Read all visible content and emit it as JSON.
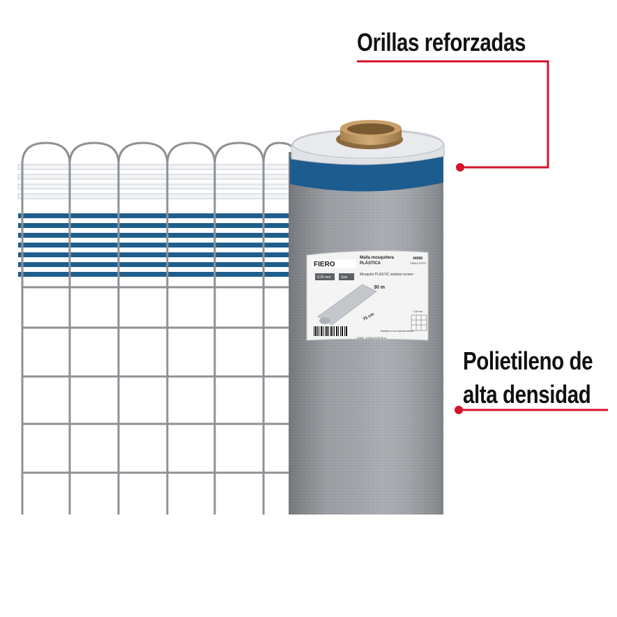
{
  "callouts": {
    "edges": "Orillas reforzadas",
    "material_line1": "Polietileno de",
    "material_line2": "alta densidad"
  },
  "product_label": {
    "brand": "FIERO",
    "title_line1": "Malla mosquitera",
    "title_line2": "PLÁSTICA",
    "subtitle": "Mosquito PLASTIC window screen",
    "code": "44968",
    "model": "TEMO-07PG",
    "thickness": "0.25 mm",
    "color": "Gris",
    "length": "30 m",
    "width": "75 cm",
    "contents": "CONT.: 1 ROLLO DE 30 m",
    "mesh_size": "1.35 mm",
    "keep_out": "Mantiene a los insectos afuera"
  },
  "colors": {
    "accent": "#d6112b",
    "band_blue": "#1f5e8c",
    "screen_gray": "#9ea3a8",
    "wire_gray": "#8c9196"
  }
}
